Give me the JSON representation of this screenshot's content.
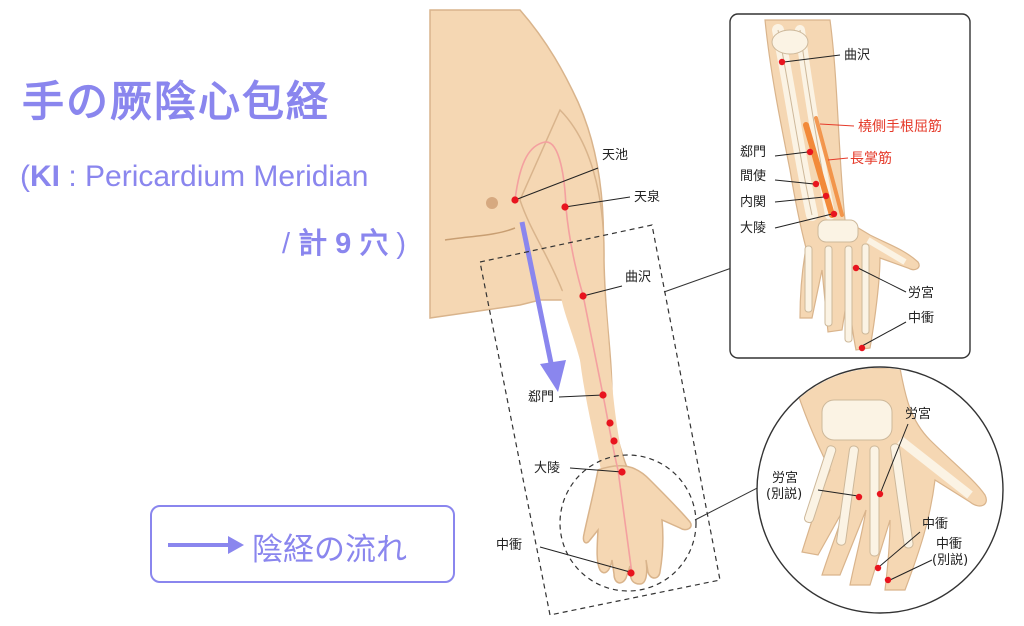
{
  "title": "手の厥陰心包経",
  "subtitle": {
    "open": "(",
    "code": "KI",
    "sep": " : ",
    "name": "Pericardium Meridian"
  },
  "count": {
    "prefix": "/ ",
    "label": "計 9 穴",
    "suffix": " )"
  },
  "legend": {
    "label": "陰経の流れ"
  },
  "colors": {
    "accent": "#8a86ee",
    "point": "#e8141e",
    "skin": "#f5d7b3",
    "muscle": "#f28a3a",
    "muscle_label": "#e53a2a"
  },
  "arm_points": [
    {
      "label": "天池"
    },
    {
      "label": "天泉"
    },
    {
      "label": "曲沢"
    },
    {
      "label": "郄門"
    },
    {
      "label": "大陵"
    },
    {
      "label": "中衝"
    }
  ],
  "forearm_inset": {
    "points": [
      "曲沢",
      "郄門",
      "間使",
      "内関",
      "大陵",
      "労宮",
      "中衝"
    ],
    "muscles": [
      "橈側手根屈筋",
      "長掌筋"
    ]
  },
  "hand_inset": {
    "points": [
      "労宮",
      "労宮",
      "(別説)",
      "中衝",
      "中衝",
      "(別説)"
    ]
  }
}
